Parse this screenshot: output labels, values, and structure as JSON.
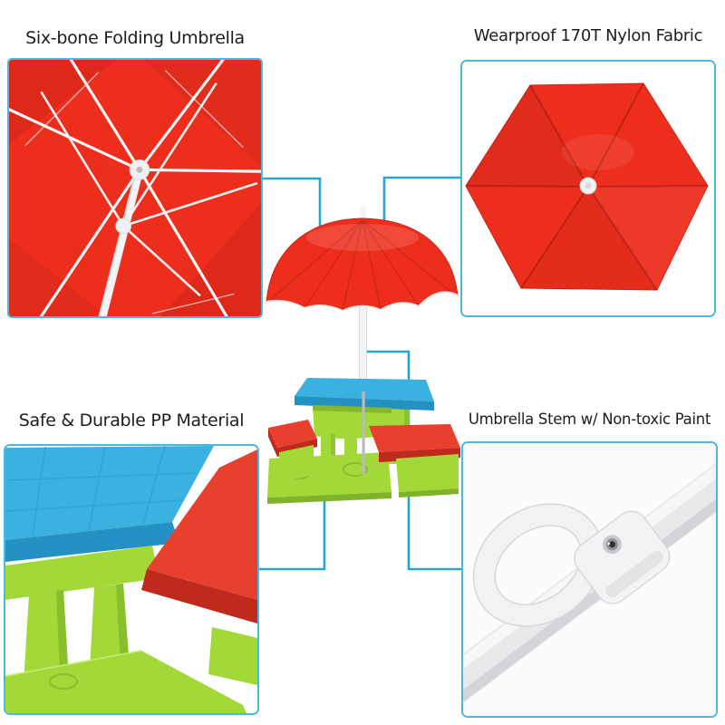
{
  "features": [
    {
      "id": "folding-umbrella",
      "label": "Six-bone Folding Umbrella",
      "position": "top-left",
      "photo": "umbrella-underside-closeup"
    },
    {
      "id": "nylon-fabric",
      "label": "Wearproof 170T Nylon Fabric",
      "position": "top-right",
      "photo": "umbrella-canopy-top-view"
    },
    {
      "id": "pp-material",
      "label": "Safe & Durable PP Material",
      "position": "bottom-left",
      "photo": "table-corner-closeup"
    },
    {
      "id": "stem-paint",
      "label": "Umbrella Stem w/ Non-toxic Paint",
      "position": "bottom-right",
      "photo": "umbrella-stem-handle-closeup"
    }
  ],
  "center_photo": "kids-picnic-table-with-red-umbrella",
  "colors": {
    "connector": "#2aa5d2",
    "panel_border": "#4db8dc",
    "text": "#1d1d1f",
    "umbrella_red": "#ee2e1d",
    "umbrella_red_dark": "#c9271c",
    "seam_red": "#b81e12",
    "table_blue": "#3ab1e1",
    "table_blue_dark": "#2391c4",
    "plastic_green": "#a2d838",
    "plastic_green_dark": "#7fb42a",
    "bench_red": "#e8402e",
    "bench_red_dark": "#bf2a1d",
    "white_plastic": "#f4f4f6",
    "photo_bg": "#fcfcfd"
  }
}
